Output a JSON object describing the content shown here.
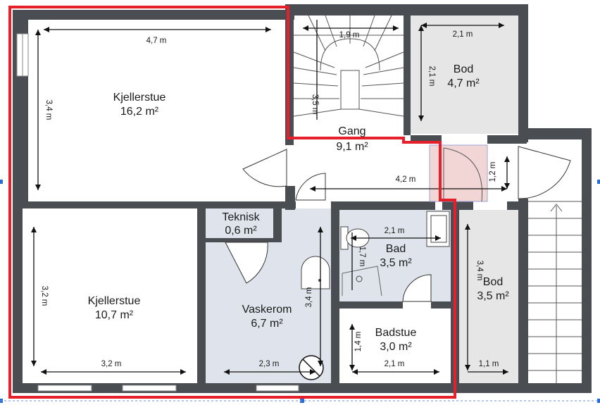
{
  "colors": {
    "wall": "#4a4d52",
    "floor_white": "#ffffff",
    "floor_wet": "#dfe4ec",
    "floor_storage": "#e6e6e6",
    "selection_outline": "#e5202a",
    "handle": "#2a6cd6",
    "highlight_fill": "#f2d6d6"
  },
  "rooms": {
    "kjellerstue_top": {
      "name": "Kjellerstue",
      "area": "16,2 m²"
    },
    "kjellerstue_bottom": {
      "name": "Kjellerstue",
      "area": "10,7 m²"
    },
    "teknisk": {
      "name": "Teknisk",
      "area": "0,6 m²"
    },
    "vaskerom": {
      "name": "Vaskerom",
      "area": "6,7 m²"
    },
    "bad": {
      "name": "Bad",
      "area": "3,5 m²"
    },
    "badstue": {
      "name": "Badstue",
      "area": "3,0 m²"
    },
    "bod_top": {
      "name": "Bod",
      "area": "4,7 m²"
    },
    "bod_right": {
      "name": "Bod",
      "area": "3,5 m²"
    },
    "gang": {
      "name": "Gang",
      "area": "9,1 m²"
    }
  },
  "dimensions": {
    "kjellerstue_top_w": "4,7 m",
    "kjellerstue_top_h": "3,4 m",
    "stairs_w": "1,9 m",
    "stairs_h": "3,5 m",
    "bod_top_w": "2,1 m",
    "bod_top_h": "2,1 m",
    "gang_w": "4,2 m",
    "gang_h": "1,2 m",
    "kjellerstue_bottom_h": "3,2 m",
    "kjellerstue_bottom_w": "3,2 m",
    "vaskerom_h": "3,4 m",
    "vaskerom_w": "2,3 m",
    "bad_w": "2,1 m",
    "bad_h": "1,7 m",
    "badstue_h": "1,4 m",
    "badstue_w": "2,1 m",
    "bod_right_h": "3,4 m",
    "bod_right_w": "1,1 m"
  },
  "icons": {
    "toilet": "toilet-icon",
    "sink": "sink-icon",
    "shower": "shower-drain-icon",
    "staircase": "staircase-icon",
    "selection_handles": "selection-handle-icon"
  }
}
